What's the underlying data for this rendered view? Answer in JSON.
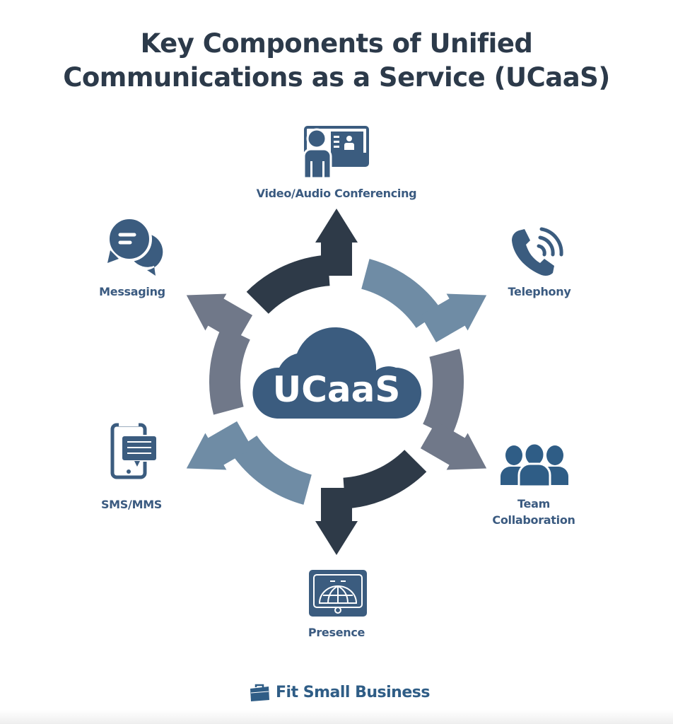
{
  "title": {
    "line1": "Key Components of Unified",
    "line2": "Communications as a Service (UCaaS)"
  },
  "center": {
    "label": "UCaaS",
    "icon": "cloud-icon"
  },
  "components": [
    {
      "label": "Video/Audio Conferencing",
      "icon": "video-conference-icon"
    },
    {
      "label": "Telephony",
      "icon": "phone-icon"
    },
    {
      "label": "Team",
      "label2": "Collaboration",
      "icon": "team-icon"
    },
    {
      "label": "Presence",
      "icon": "presence-icon"
    },
    {
      "label": "SMS/MMS",
      "icon": "mobile-message-icon"
    },
    {
      "label": "Messaging",
      "icon": "chat-bubbles-icon"
    }
  ],
  "logo": {
    "text": "Fit Small Business",
    "icon": "briefcase-icon"
  },
  "colors": {
    "dark": "#2e3a48",
    "light": "#6f8ca5",
    "gray": "#707889",
    "accent": "#3b5c7f",
    "title": "#2c3a4a"
  }
}
